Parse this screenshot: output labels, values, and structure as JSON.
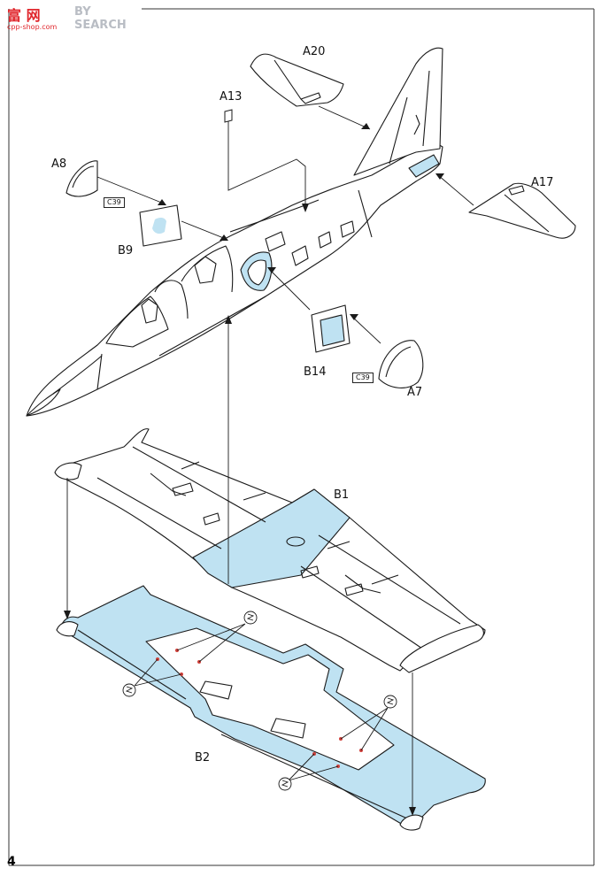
{
  "watermark": {
    "brand": "富 网",
    "search": "BY SEARCH",
    "url": "cpp-shop.com"
  },
  "page_number": "4",
  "part_labels": {
    "a20": "A20",
    "a13": "A13",
    "a8": "A8",
    "a17": "A17",
    "b9": "B9",
    "b14": "B14",
    "a7": "A7",
    "b1": "B1",
    "b2": "B2"
  },
  "color_refs": {
    "upper": "C39",
    "lower": "C39"
  },
  "colors": {
    "part_highlight": "#bfe2f2",
    "line": "#1a1a1a",
    "watermark_red": "#e0262c"
  },
  "icons": [
    "drill-hole-icon",
    "drill-hole-icon",
    "drill-hole-icon",
    "drill-hole-icon"
  ]
}
